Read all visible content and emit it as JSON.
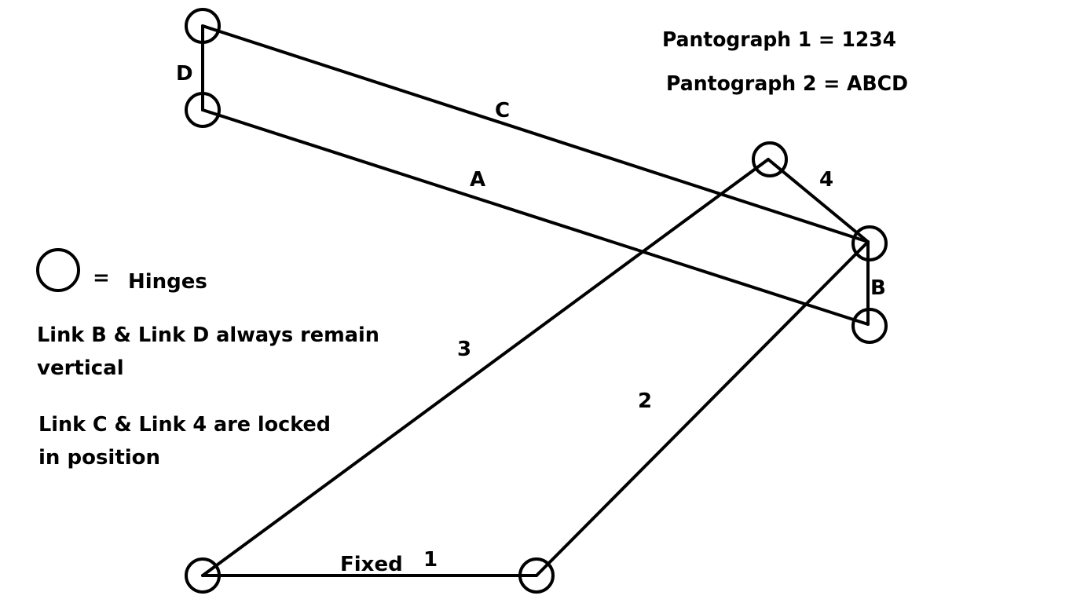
{
  "diagram": {
    "link_labels": {
      "link_a": "A",
      "link_b": "B",
      "link_c": "C",
      "link_d": "D",
      "link_1": "1",
      "link_2": "2",
      "link_3": "3",
      "link_4": "4",
      "fixed": "Fixed"
    },
    "legend": {
      "symbol_equals": "=",
      "hinges": "Hinges"
    },
    "pantographs": {
      "p1": "Pantograph 1 = 1234",
      "p2": "Pantograph 2 = ABCD"
    },
    "notes": {
      "bd_line1": "Link B & Link D always remain",
      "bd_line2": "vertical",
      "c4_line1": "Link C & Link 4 are locked",
      "c4_line2": "in position"
    },
    "colors": {
      "ink": "#000000",
      "background": "#ffffff"
    }
  }
}
